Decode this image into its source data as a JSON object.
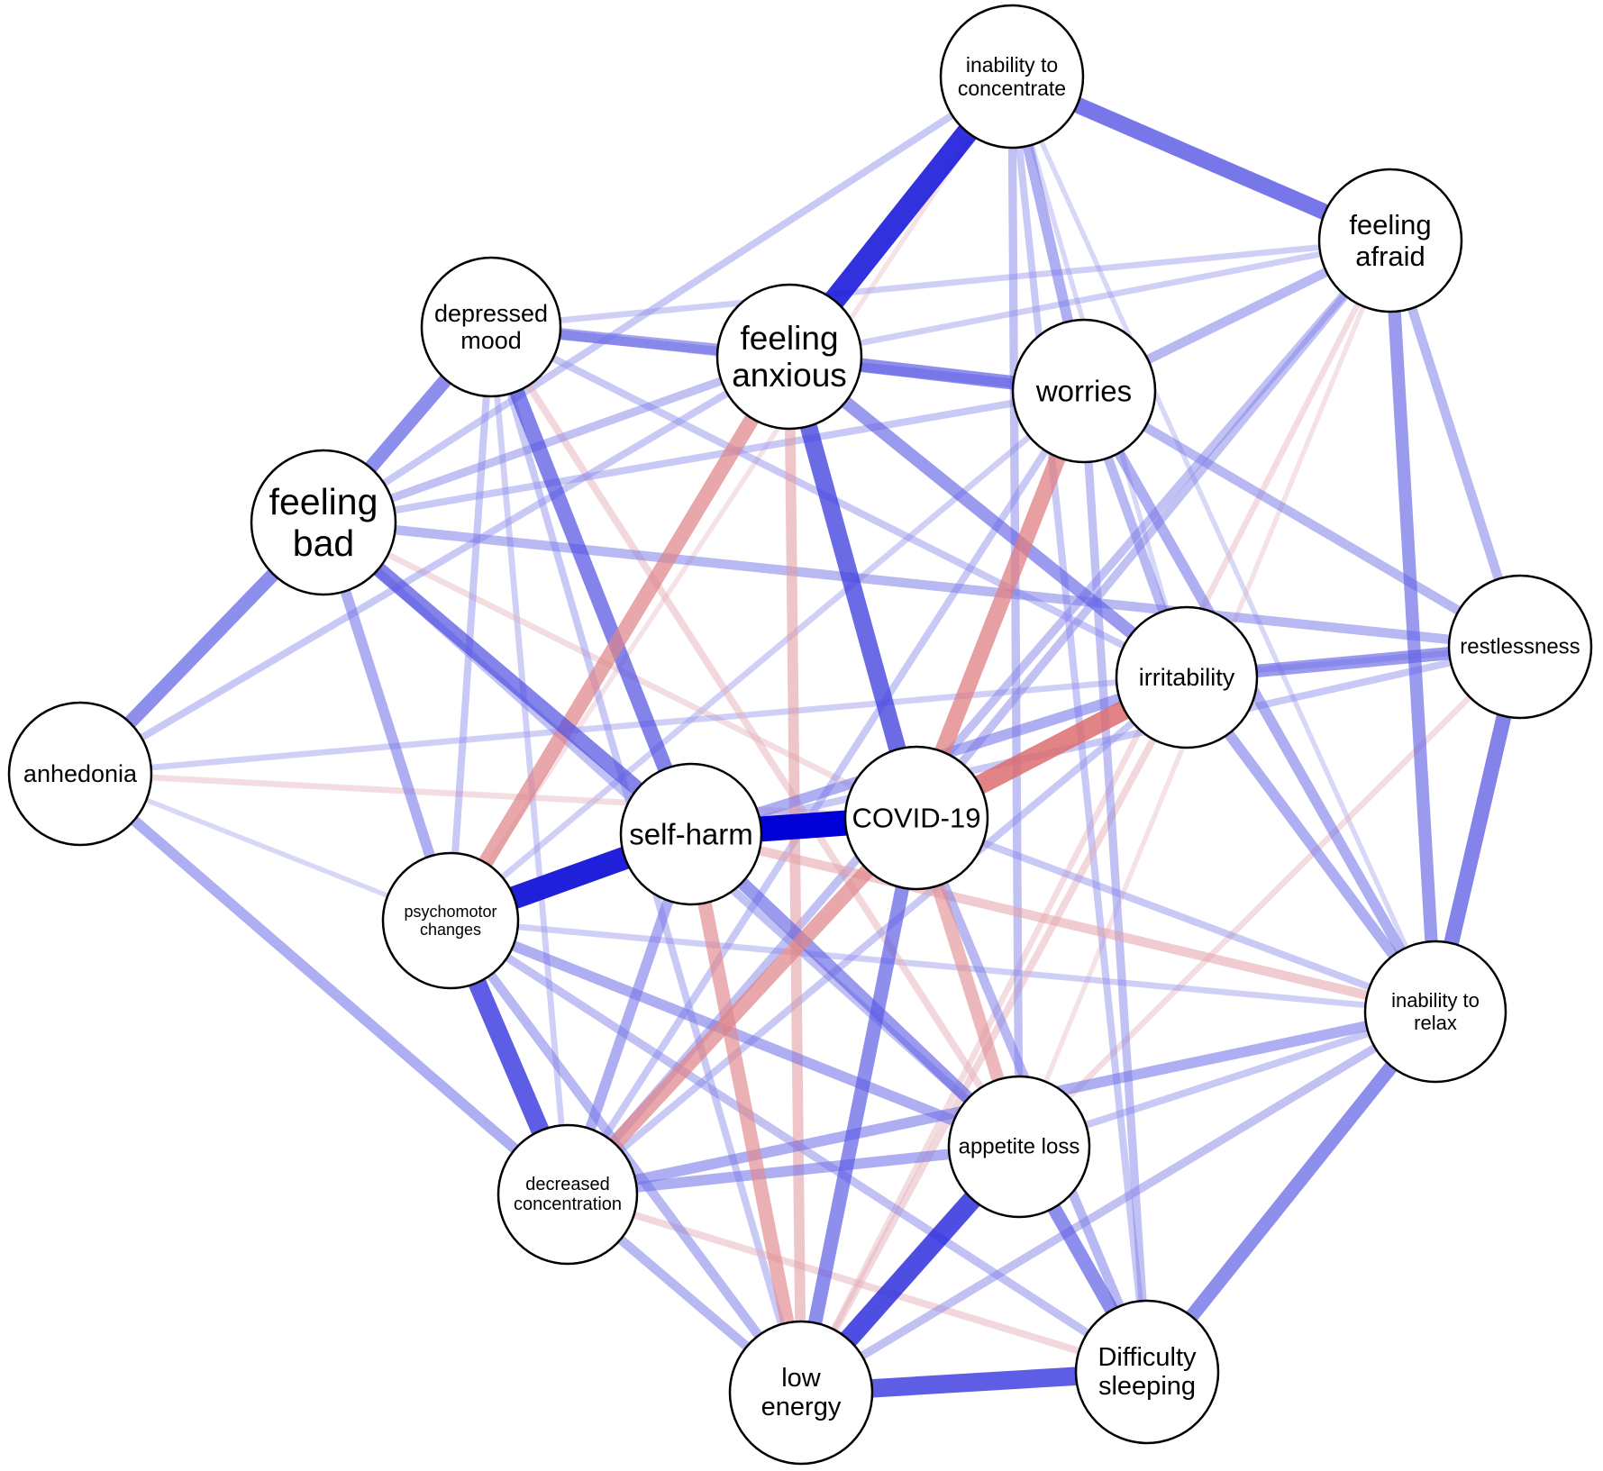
{
  "colors": {
    "positive_edge": "#0000d6",
    "negative_edge": "#d94f4f",
    "node_fill": "#ffffff",
    "node_stroke": "#000000"
  },
  "nodes": [
    {
      "id": "ic",
      "label": [
        "inability to",
        "concentrate"
      ]
    },
    {
      "id": "fa",
      "label": [
        "feeling",
        "afraid"
      ]
    },
    {
      "id": "dm",
      "label": [
        "depressed",
        "mood"
      ]
    },
    {
      "id": "fx",
      "label": [
        "feeling",
        "anxious"
      ]
    },
    {
      "id": "wo",
      "label": [
        "worries"
      ]
    },
    {
      "id": "fb",
      "label": [
        "feeling",
        "bad"
      ]
    },
    {
      "id": "ir",
      "label": [
        "irritability"
      ]
    },
    {
      "id": "re",
      "label": [
        "restlessness"
      ]
    },
    {
      "id": "an",
      "label": [
        "anhedonia"
      ]
    },
    {
      "id": "sh",
      "label": [
        "self-harm"
      ]
    },
    {
      "id": "co",
      "label": [
        "COVID-19"
      ]
    },
    {
      "id": "pc",
      "label": [
        "psychomotor",
        "changes"
      ]
    },
    {
      "id": "rl",
      "label": [
        "inability to",
        "relax"
      ]
    },
    {
      "id": "al",
      "label": [
        "appetite loss"
      ]
    },
    {
      "id": "dc",
      "label": [
        "decreased",
        "concentration"
      ]
    },
    {
      "id": "le",
      "label": [
        "low",
        "energy"
      ]
    },
    {
      "id": "ds",
      "label": [
        "Difficulty",
        "sleeping"
      ]
    }
  ],
  "edges": [
    {
      "a": "ic",
      "b": "fx",
      "w": 0.85
    },
    {
      "a": "ic",
      "b": "fa",
      "w": 0.6
    },
    {
      "a": "ic",
      "b": "wo",
      "w": 0.35
    },
    {
      "a": "ic",
      "b": "fb",
      "w": 0.2
    },
    {
      "a": "ic",
      "b": "al",
      "w": 0.25
    },
    {
      "a": "ic",
      "b": "ds",
      "w": 0.2
    },
    {
      "a": "ic",
      "b": "rl",
      "w": 0.1
    },
    {
      "a": "ic",
      "b": "ir",
      "w": 0.1
    },
    {
      "a": "ic",
      "b": "pc",
      "w": -0.1
    },
    {
      "a": "fa",
      "b": "wo",
      "w": 0.3
    },
    {
      "a": "fa",
      "b": "fx",
      "w": 0.15
    },
    {
      "a": "fa",
      "b": "dm",
      "w": 0.15
    },
    {
      "a": "fa",
      "b": "rl",
      "w": 0.45
    },
    {
      "a": "fa",
      "b": "re",
      "w": 0.3
    },
    {
      "a": "fa",
      "b": "dc",
      "w": 0.25
    },
    {
      "a": "fa",
      "b": "co",
      "w": 0.25
    },
    {
      "a": "fa",
      "b": "le",
      "w": -0.15
    },
    {
      "a": "fa",
      "b": "al",
      "w": -0.1
    },
    {
      "a": "dm",
      "b": "fx",
      "w": 0.4
    },
    {
      "a": "dm",
      "b": "wo",
      "w": 0.3
    },
    {
      "a": "dm",
      "b": "fb",
      "w": 0.5
    },
    {
      "a": "dm",
      "b": "sh",
      "w": 0.55
    },
    {
      "a": "dm",
      "b": "al",
      "w": -0.2
    },
    {
      "a": "dm",
      "b": "ir",
      "w": 0.2
    },
    {
      "a": "dm",
      "b": "pc",
      "w": 0.2
    },
    {
      "a": "dm",
      "b": "dc",
      "w": 0.15
    },
    {
      "a": "dm",
      "b": "le",
      "w": 0.2
    },
    {
      "a": "fx",
      "b": "wo",
      "w": 0.5
    },
    {
      "a": "fx",
      "b": "co",
      "w": 0.65
    },
    {
      "a": "fx",
      "b": "pc",
      "w": -0.55
    },
    {
      "a": "fx",
      "b": "le",
      "w": -0.35
    },
    {
      "a": "fx",
      "b": "ir",
      "w": 0.45
    },
    {
      "a": "fx",
      "b": "fb",
      "w": 0.25
    },
    {
      "a": "fx",
      "b": "an",
      "w": 0.2
    },
    {
      "a": "wo",
      "b": "co",
      "w": -0.6
    },
    {
      "a": "wo",
      "b": "ds",
      "w": 0.25
    },
    {
      "a": "wo",
      "b": "rl",
      "w": 0.35
    },
    {
      "a": "wo",
      "b": "re",
      "w": 0.3
    },
    {
      "a": "wo",
      "b": "fb",
      "w": 0.2
    },
    {
      "a": "wo",
      "b": "ir",
      "w": 0.3
    },
    {
      "a": "wo",
      "b": "pc",
      "w": 0.15
    },
    {
      "a": "wo",
      "b": "dc",
      "w": 0.2
    },
    {
      "a": "fb",
      "b": "an",
      "w": 0.5
    },
    {
      "a": "fb",
      "b": "sh",
      "w": 0.55
    },
    {
      "a": "fb",
      "b": "pc",
      "w": 0.35
    },
    {
      "a": "fb",
      "b": "re",
      "w": 0.3
    },
    {
      "a": "fb",
      "b": "co",
      "w": -0.15
    },
    {
      "a": "fb",
      "b": "al",
      "w": 0.25
    },
    {
      "a": "ir",
      "b": "co",
      "w": -0.75
    },
    {
      "a": "ir",
      "b": "re",
      "w": 0.45
    },
    {
      "a": "ir",
      "b": "rl",
      "w": 0.35
    },
    {
      "a": "ir",
      "b": "sh",
      "w": 0.35
    },
    {
      "a": "ir",
      "b": "le",
      "w": -0.2
    },
    {
      "a": "ir",
      "b": "dc",
      "w": 0.2
    },
    {
      "a": "re",
      "b": "rl",
      "w": 0.55
    },
    {
      "a": "re",
      "b": "an",
      "w": 0.15
    },
    {
      "a": "re",
      "b": "al",
      "w": -0.15
    },
    {
      "a": "re",
      "b": "sh",
      "w": 0.2
    },
    {
      "a": "an",
      "b": "dc",
      "w": 0.35
    },
    {
      "a": "an",
      "b": "co",
      "w": -0.15
    },
    {
      "a": "an",
      "b": "pc",
      "w": 0.1
    },
    {
      "a": "sh",
      "b": "co",
      "w": 1.0
    },
    {
      "a": "sh",
      "b": "pc",
      "w": 0.9
    },
    {
      "a": "sh",
      "b": "le",
      "w": -0.5
    },
    {
      "a": "sh",
      "b": "al",
      "w": 0.45
    },
    {
      "a": "sh",
      "b": "dc",
      "w": 0.35
    },
    {
      "a": "sh",
      "b": "rl",
      "w": -0.3
    },
    {
      "a": "co",
      "b": "dc",
      "w": -0.55
    },
    {
      "a": "co",
      "b": "al",
      "w": -0.45
    },
    {
      "a": "co",
      "b": "le",
      "w": 0.5
    },
    {
      "a": "co",
      "b": "ds",
      "w": 0.3
    },
    {
      "a": "co",
      "b": "rl",
      "w": 0.2
    },
    {
      "a": "pc",
      "b": "dc",
      "w": 0.7
    },
    {
      "a": "pc",
      "b": "al",
      "w": 0.35
    },
    {
      "a": "pc",
      "b": "le",
      "w": 0.3
    },
    {
      "a": "pc",
      "b": "ds",
      "w": 0.25
    },
    {
      "a": "pc",
      "b": "rl",
      "w": 0.15
    },
    {
      "a": "rl",
      "b": "ds",
      "w": 0.5
    },
    {
      "a": "rl",
      "b": "dc",
      "w": 0.35
    },
    {
      "a": "rl",
      "b": "le",
      "w": 0.25
    },
    {
      "a": "rl",
      "b": "al",
      "w": 0.2
    },
    {
      "a": "al",
      "b": "le",
      "w": 0.75
    },
    {
      "a": "al",
      "b": "ds",
      "w": 0.5
    },
    {
      "a": "al",
      "b": "dc",
      "w": 0.35
    },
    {
      "a": "dc",
      "b": "le",
      "w": 0.3
    },
    {
      "a": "dc",
      "b": "ds",
      "w": -0.2
    },
    {
      "a": "le",
      "b": "ds",
      "w": 0.7
    }
  ]
}
